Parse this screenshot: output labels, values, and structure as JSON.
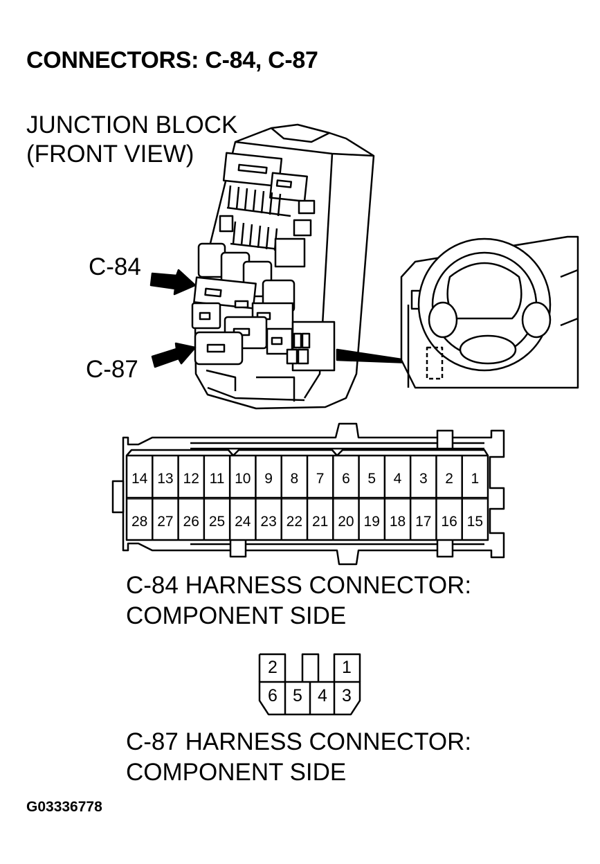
{
  "title": "CONNECTORS: C-84, C-87",
  "junction_block": {
    "line1": "JUNCTION BLOCK",
    "line2": "(FRONT VIEW)"
  },
  "callouts": {
    "c84": "C-84",
    "c87": "C-87"
  },
  "c84_connector": {
    "top_row": [
      "14",
      "13",
      "12",
      "11",
      "10",
      "9",
      "8",
      "7",
      "6",
      "5",
      "4",
      "3",
      "2",
      "1"
    ],
    "bottom_row": [
      "28",
      "27",
      "26",
      "25",
      "24",
      "23",
      "22",
      "21",
      "20",
      "19",
      "18",
      "17",
      "16",
      "15"
    ],
    "caption_line1": "C-84 HARNESS CONNECTOR:",
    "caption_line2": "COMPONENT SIDE"
  },
  "c87_connector": {
    "top_row": [
      "2",
      "",
      "1"
    ],
    "bottom_row": [
      "6",
      "5",
      "4",
      "3"
    ],
    "caption_line1": "C-87 HARNESS CONNECTOR:",
    "caption_line2": "COMPONENT SIDE"
  },
  "figure_code": "G03336778"
}
